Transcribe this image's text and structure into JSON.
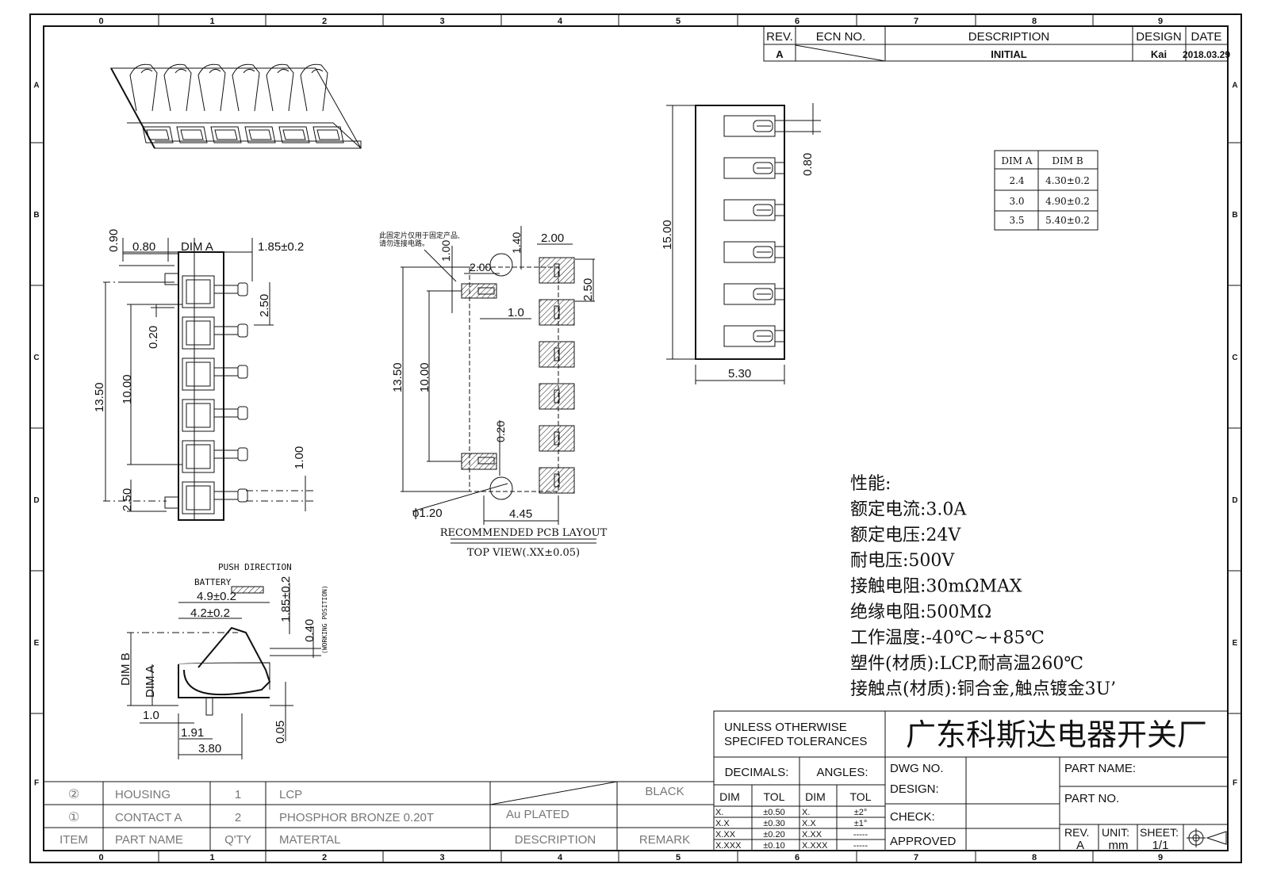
{
  "frame": {
    "col_labels": [
      "0",
      "1",
      "2",
      "3",
      "4",
      "5",
      "6",
      "7",
      "8",
      "9"
    ],
    "row_labels": [
      "A",
      "B",
      "C",
      "D",
      "E",
      "F"
    ]
  },
  "revision": {
    "headers": {
      "rev": "REV.",
      "ecn": "ECN NO.",
      "desc": "DESCRIPTION",
      "design": "DESIGN",
      "date": "DATE"
    },
    "row": {
      "rev": "A",
      "desc": "INITIAL",
      "design": "Kai",
      "date": "2018.03.29"
    }
  },
  "dim_table": {
    "headers": [
      "DIM A",
      "DIM B"
    ],
    "rows": [
      [
        "2.4",
        "4.30±0.2"
      ],
      [
        "3.0",
        "4.90±0.2"
      ],
      [
        "3.5",
        "5.40±0.2"
      ]
    ]
  },
  "side_view": {
    "dims": {
      "top_offset": "0.90",
      "left": "0.80",
      "dim_a": "DIM A",
      "right": "1.85±0.2",
      "pitch": "2.50",
      "gap": "0.20",
      "overall": "13.50",
      "span": "10.00",
      "end": "2.50",
      "tab": "1.00"
    }
  },
  "pcb_layout": {
    "note_line1": "此固定片仅用于固定产品,",
    "note_line2": "请勿连接电路。",
    "dims": {
      "d1": "1.00",
      "d2": "1.40",
      "d3": "2.00",
      "d4": "2.00",
      "d5": "2.50",
      "d6": "1.0",
      "d7": "13.50",
      "d8": "10.00",
      "d9": "0.20",
      "d10": "ϕ1.20",
      "d11": "4.45"
    },
    "title": "RECOMMENDED PCB LAYOUT",
    "subtitle": "TOP VIEW(.XX±0.05)"
  },
  "top_view": {
    "dims": {
      "pin": "0.80",
      "length": "15.00",
      "width": "5.30"
    }
  },
  "profile_view": {
    "labels": {
      "push": "PUSH DIRECTION",
      "battery": "BATTERY",
      "working": "(WORKING POSITION)"
    },
    "dims": {
      "a": "4.9±0.2",
      "b": "4.2±0.2",
      "c": "1.85±0.2",
      "d": "0.40",
      "dim_b": "DIM B",
      "dim_a": "DIM A",
      "e": "1.0",
      "f": "1.91",
      "g": "3.80",
      "h": "0.05"
    }
  },
  "specs": [
    "性能:",
    "额定电流:3.0A",
    "额定电压:24V",
    "耐电压:500V",
    "接触电阻:30mΩMAX",
    "绝缘电阻:500MΩ",
    "工作温度:-40℃~+85℃",
    "塑件(材质):LCP,耐高温260℃",
    "接触点(材质):铜合金,触点镀金3U’"
  ],
  "bom": {
    "rows": [
      {
        "item": "②",
        "name": "HOUSING",
        "qty": "1",
        "material": "LCP",
        "desc": "",
        "remark": "BLACK"
      },
      {
        "item": "①",
        "name": "CONTACT A",
        "qty": "2",
        "material": "PHOSPHOR BRONZE 0.20T",
        "desc": "Au PLATED",
        "remark": ""
      }
    ],
    "header": {
      "item": "ITEM",
      "name": "PART NAME",
      "qty": "Q'TY",
      "material": "MATERTAL",
      "desc": "DESCRIPTION",
      "remark": "REMARK"
    }
  },
  "title_block": {
    "tol_line1": "UNLESS OTHERWISE",
    "tol_line2": "SPECIFED TOLERANCES",
    "company": "广东科斯达电器开关厂",
    "decimals": "DECIMALS:",
    "angles": "ANGLES:",
    "dim": "DIM",
    "tol": "TOL",
    "dec_rows": [
      [
        "X.",
        "±0.50"
      ],
      [
        "X.X",
        "±0.30"
      ],
      [
        "X.XX",
        "±0.20"
      ],
      [
        "X.XXX",
        "±0.10"
      ]
    ],
    "ang_rows": [
      [
        "X.",
        "±2°"
      ],
      [
        "X.X",
        "±1°"
      ],
      [
        "X.XX",
        "-----"
      ],
      [
        "X.XXX",
        "-----"
      ]
    ],
    "dwg_no": "DWG NO.",
    "design": "DESIGN:",
    "check": "CHECK:",
    "approved": "APPROVED",
    "part_name": "PART NAME:",
    "part_no": "PART NO.",
    "rev_label": "REV.",
    "rev_val": "A",
    "unit_label": "UNIT:",
    "unit_val": "mm",
    "sheet_label": "SHEET:",
    "sheet_val": "1/1"
  }
}
